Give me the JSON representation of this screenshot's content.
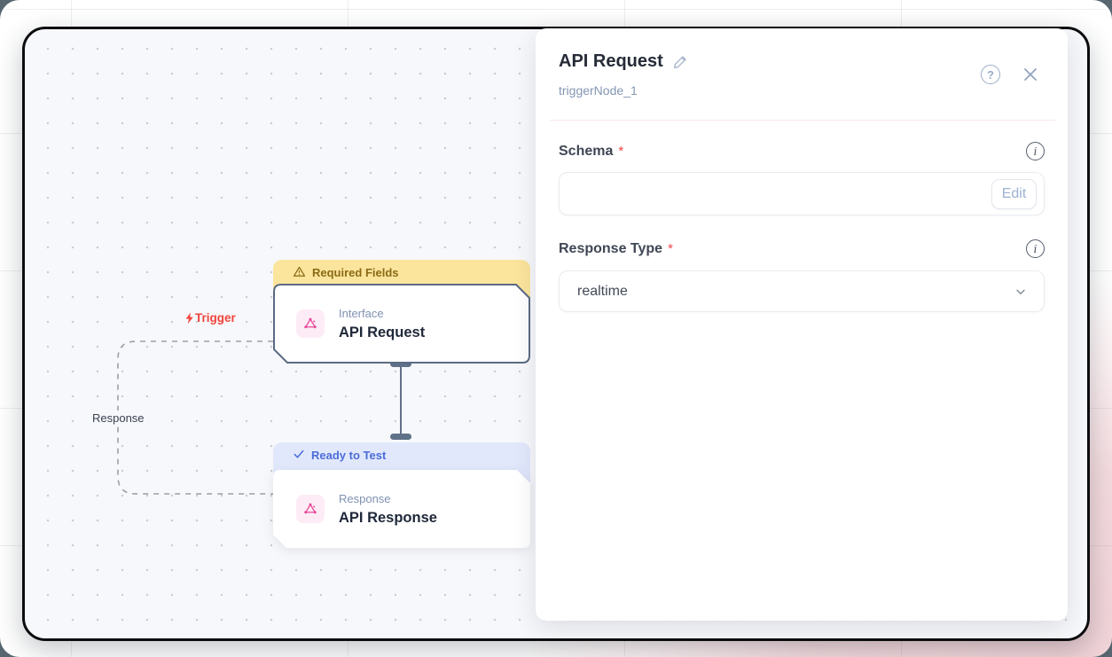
{
  "canvas": {
    "trigger_edge_label": "Trigger",
    "response_edge_label": "Response",
    "request_node": {
      "badge": "Required Fields",
      "type": "Interface",
      "title": "API Request"
    },
    "response_node": {
      "badge": "Ready to Test",
      "type": "Response",
      "title": "API Response"
    }
  },
  "panel": {
    "title": "API Request",
    "node_id": "triggerNode_1",
    "schema_field": {
      "label": "Schema",
      "required_mark": "*",
      "edit_button": "Edit"
    },
    "response_type_field": {
      "label": "Response Type",
      "required_mark": "*",
      "value": "realtime"
    },
    "help_glyph": "?",
    "info_glyph": "i"
  },
  "colors": {
    "accent_pink": "#e8489b",
    "warning_bg": "#fbe59c",
    "warning_text": "#8a6a15",
    "ready_bg": "#e2e8fc",
    "ready_text": "#4b6cd8",
    "trigger_red": "#f2453d",
    "node_border": "#5b6b84",
    "connector": "#5f7188",
    "canvas_bg": "#f7f8fb"
  }
}
